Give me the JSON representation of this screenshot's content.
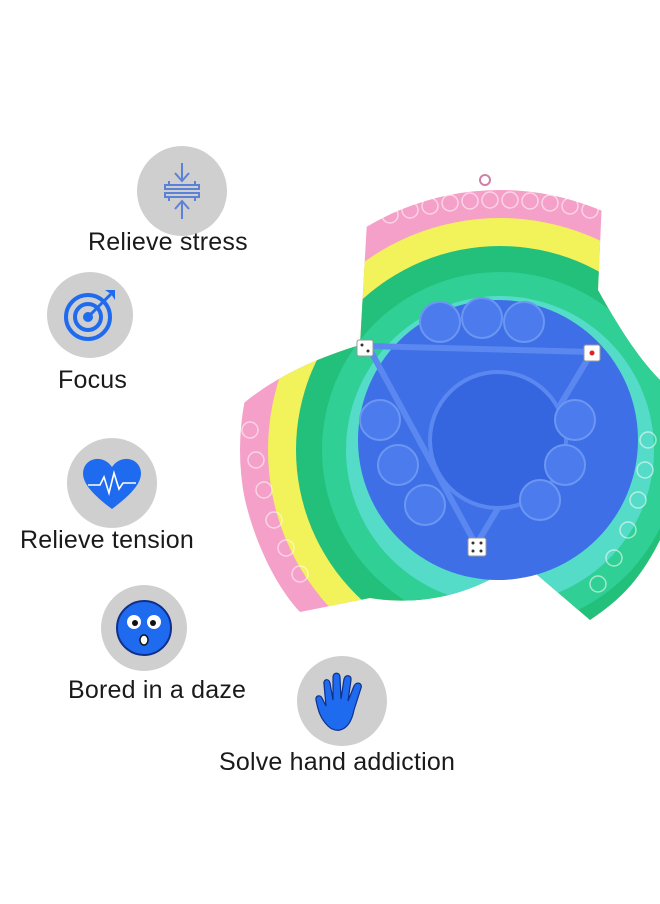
{
  "features": [
    {
      "label": "Relieve stress",
      "icon": "compress-arrows-icon"
    },
    {
      "label": "Focus",
      "icon": "target-icon"
    },
    {
      "label": "Relieve tension",
      "icon": "heartbeat-icon"
    },
    {
      "label": "Bored in a daze",
      "icon": "dazed-face-icon"
    },
    {
      "label": "Solve hand addiction",
      "icon": "hand-icon"
    }
  ],
  "colors": {
    "icon_bg": "#cfcfcf",
    "icon_blue": "#1f6bf0",
    "ring_pink": "#f5a0c8",
    "ring_yellow": "#f2f25a",
    "ring_green": "#22c07a",
    "ring_teal": "#55dcc8",
    "center_blue": "#3f6fe6"
  }
}
